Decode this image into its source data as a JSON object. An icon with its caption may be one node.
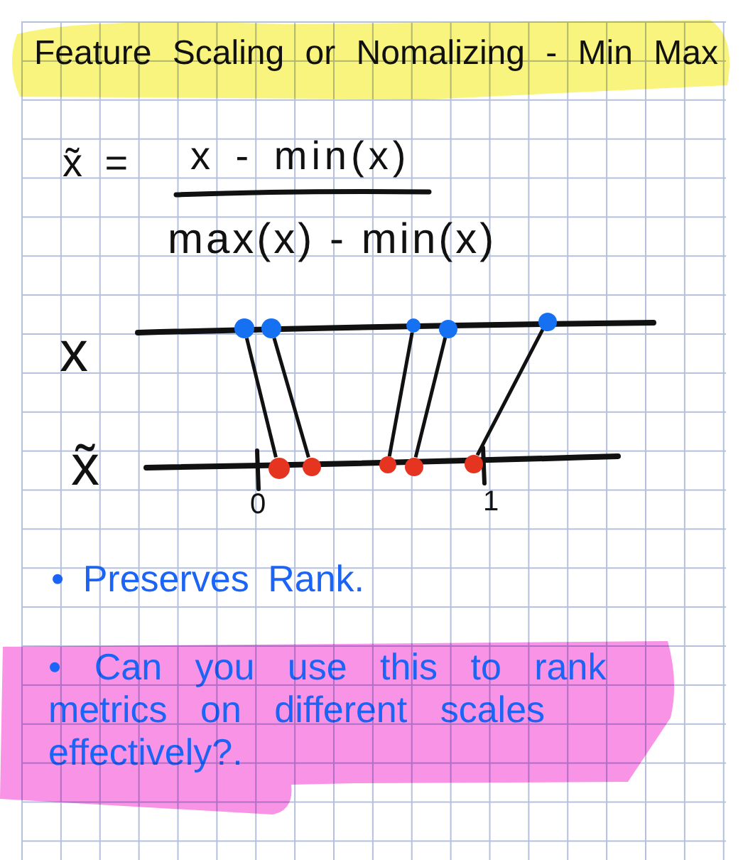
{
  "diagram": {
    "title": "Feature Scaling or Nomalizing - Min Max",
    "nodes": [
      {
        "text": [],
        "shape": "circle"
      },
      {
        "text": [],
        "shape": "circle"
      },
      {
        "text": [],
        "shape": "circle"
      },
      {
        "text": [],
        "shape": "circle"
      },
      {
        "text": [],
        "shape": "circle"
      },
      {
        "text": [],
        "shape": "circle"
      },
      {
        "text": [],
        "shape": "circle"
      },
      {
        "text": [],
        "shape": "circle"
      },
      {
        "text": [],
        "shape": "circle"
      },
      {
        "text": [],
        "shape": "circle"
      }
    ],
    "edges": [
      {
        "from": 0,
        "to": 5,
        "arrow": "none"
      },
      {
        "from": 1,
        "to": 6,
        "arrow": "none"
      },
      {
        "from": 2,
        "to": 7,
        "arrow": "none"
      },
      {
        "from": 3,
        "to": 8,
        "arrow": "none"
      },
      {
        "from": 4,
        "to": 9,
        "arrow": "none"
      }
    ],
    "labels": [
      "x̃ =",
      "x - min(x)",
      "max(x) - min(x)",
      "x",
      "x̃",
      "0",
      "1",
      "• Preserves Rank.",
      "• Can you use this to rank metrics on different scales effectively?."
    ]
  }
}
